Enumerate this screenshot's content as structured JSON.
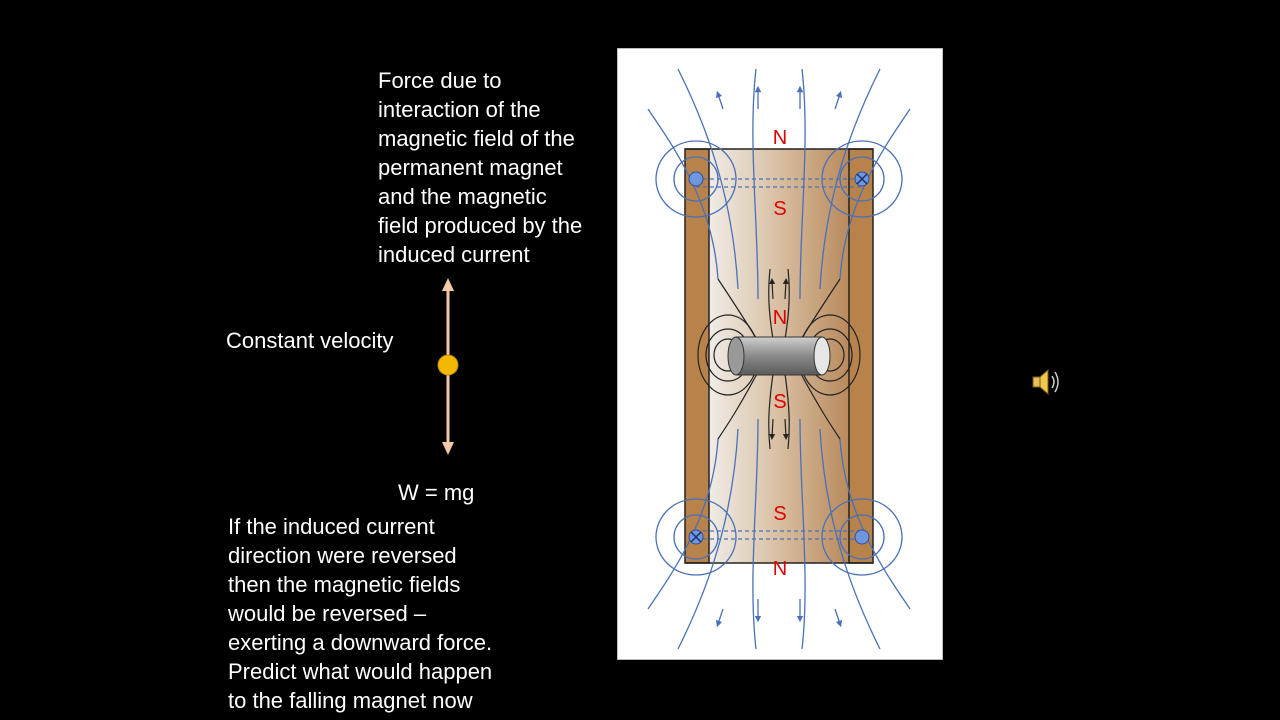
{
  "slide": {
    "force_text": "Force due to\ninteraction of the\nmagnetic field of the\npermanent magnet\nand the magnetic\nfield produced by the\ninduced current",
    "velocity_label": "Constant velocity",
    "weight_label": "W = mg",
    "question_text": "If the induced current\ndirection were reversed\nthen the magnetic fields\nwould be reversed –\nexerting a downward force.\nPredict what would happen\nto the falling magnet now"
  },
  "diagram": {
    "top_coil": {
      "pole_upper": "N",
      "pole_lower": "S"
    },
    "magnet": {
      "pole_upper": "N",
      "pole_lower": "S"
    },
    "bottom_coil": {
      "pole_upper": "S",
      "pole_lower": "N"
    }
  },
  "colors": {
    "pole_label": "#e00000",
    "field_lines_coil": "#4a70b8",
    "field_lines_magnet": "#222222",
    "tube_wall": "#b8834a",
    "arrow": "#f5c9a8",
    "mass_dot": "#f5b800"
  },
  "icons": {
    "speaker": "speaker-icon"
  }
}
